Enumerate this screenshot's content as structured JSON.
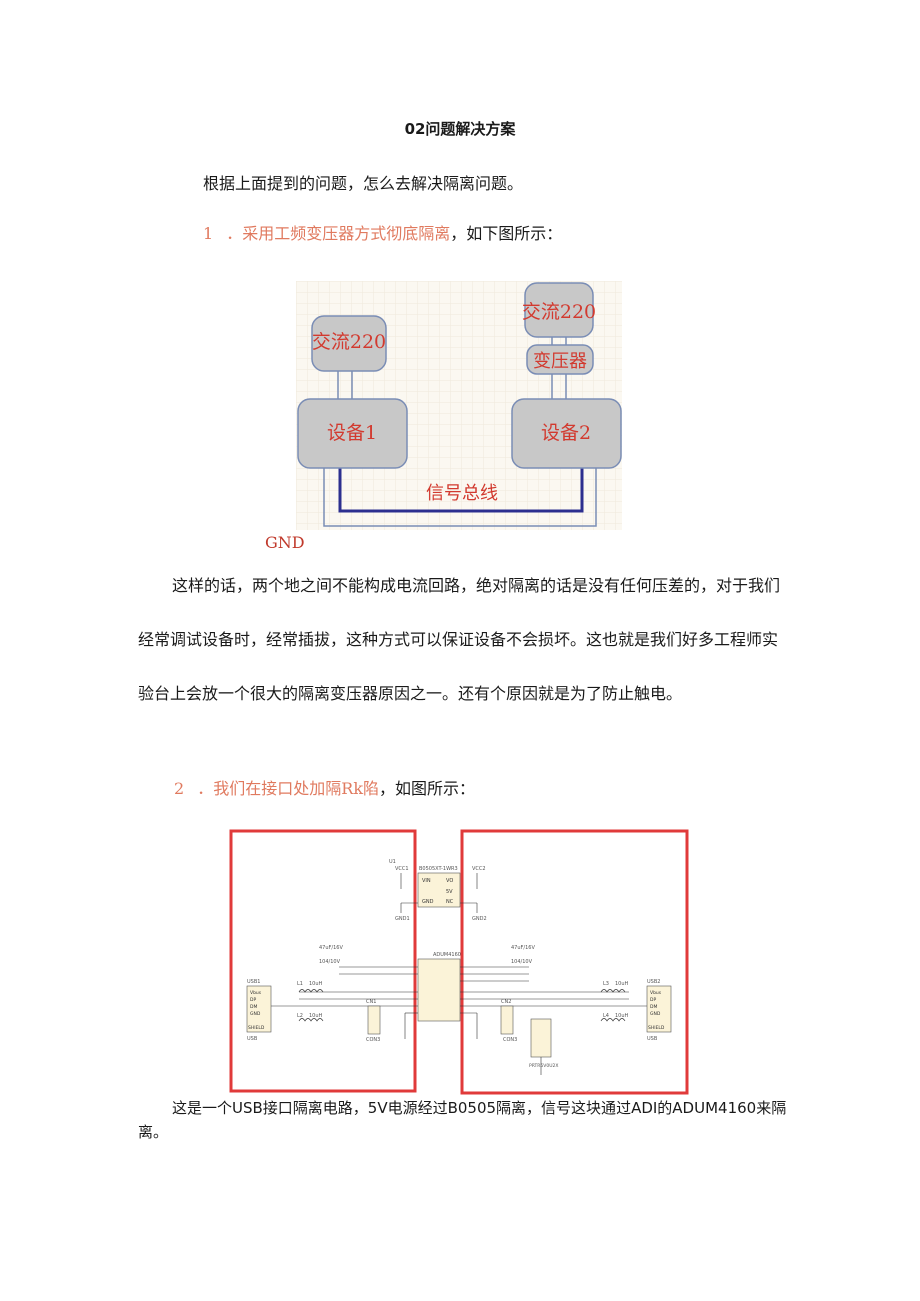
{
  "heading": "02问题解决方案",
  "intro": "根据上面提到的问题，怎么去解决隔离问题。",
  "item1": {
    "number": "1",
    "highlight": "．采用工频变压器方式彻底隔离",
    "rest": "，如下图所示："
  },
  "figure1": {
    "ac_left": "交流220",
    "ac_right": "交流220",
    "transformer": "变压器",
    "device1": "设备1",
    "device2": "设备2",
    "bus": "信号总线",
    "gnd": "GND"
  },
  "paragraph1": "这样的话，两个地之间不能构成电流回路，绝对隔离的话是没有任何压差的，对于我们经常调试设备时，经常插拔，这种方式可以保证设备不会损坏。这也就是我们好多工程师实验台上会放一个很大的隔离变压器原因之一。还有个原因就是为了防止触电。",
  "item2": {
    "number": "2",
    "highlight": "．我们在接口处加隔Rk陷",
    "rest": "，如图所示："
  },
  "figure2": {
    "u1_top": "U1",
    "u1_part": "B0505XT-1WR3",
    "vin": "VIN",
    "vo": "VO",
    "gnd": "GND",
    "nc": "NC",
    "v5": "5V",
    "vcc1": "VCC1",
    "vcc2": "VCC2",
    "gnd1": "GND1",
    "gnd2": "GND2",
    "adum": "ADUM4160",
    "usb1": "USB1",
    "usb2": "USB2",
    "usb": "USB",
    "vbus": "Vbus",
    "dp": "DP",
    "dm": "DM",
    "shield": "SHIELD",
    "l1": "L1",
    "l2": "L2",
    "l3": "L3",
    "l4": "L4",
    "ind": "10uH",
    "cn1": "CN1",
    "cn2": "CN2",
    "con3": "CON3",
    "c1": "47uF/16V",
    "c2": "104/10V",
    "tvs": "PRTR5V0U2X"
  },
  "caption": "这是一个USB接口隔离电路，5V电源经过B0505隔离，信号这块通过ADI的ADUM4160来隔离。"
}
